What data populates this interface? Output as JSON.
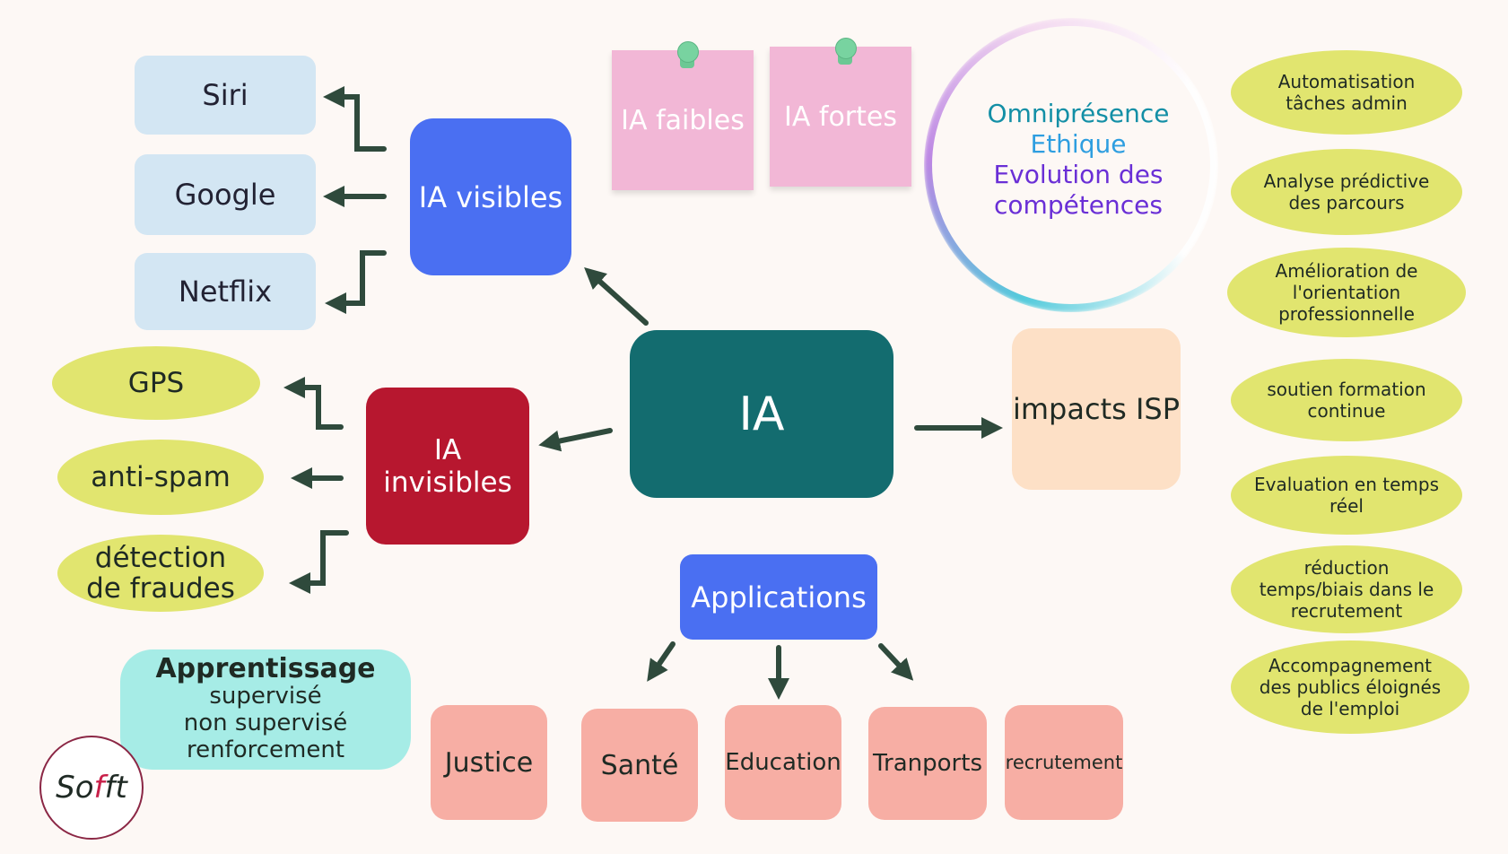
{
  "center": {
    "label": "IA"
  },
  "visibles": {
    "label": "IA visibles",
    "items": [
      "Siri",
      "Google",
      "Netflix"
    ]
  },
  "invisibles": {
    "label": "IA invisibles",
    "items": [
      "GPS",
      "anti-spam",
      "détection de fraudes"
    ]
  },
  "notes": [
    "IA faibles",
    "IA fortes"
  ],
  "themes": [
    "Omniprésence",
    "Ethique",
    "Evolution des compétences"
  ],
  "impacts": {
    "label": "impacts ISP",
    "items": [
      "Automatisation tâches admin",
      "Analyse prédictive des parcours",
      "Amélioration de l'orientation professionnelle",
      "soutien formation continue",
      "Evaluation en temps réel",
      "réduction temps/biais dans le recrutement",
      "Accompagnement des publics éloignés de l'emploi"
    ]
  },
  "applications": {
    "label": "Applications",
    "items": [
      "Justice",
      "Santé",
      "Education",
      "Tranports",
      "recrutement"
    ]
  },
  "apprentissage": {
    "title": "Apprentissage",
    "types": [
      "supervisé",
      "non supervisé",
      "renforcement"
    ]
  },
  "logo": {
    "text_a": "So",
    "text_f": "f",
    "text_b": "ft"
  },
  "colors": {
    "center": "#136c6f",
    "visibles": "#4a6ff2",
    "invisibles": "#b7172f",
    "impacts": "#fde0c6",
    "oval": "#e1e56f",
    "note": "#f2b7d6",
    "app_item": "#f7aea4",
    "apprentissage": "#a6ece6",
    "themes": [
      "#138fa6",
      "#2e9ee0",
      "#6a2fd6"
    ]
  }
}
